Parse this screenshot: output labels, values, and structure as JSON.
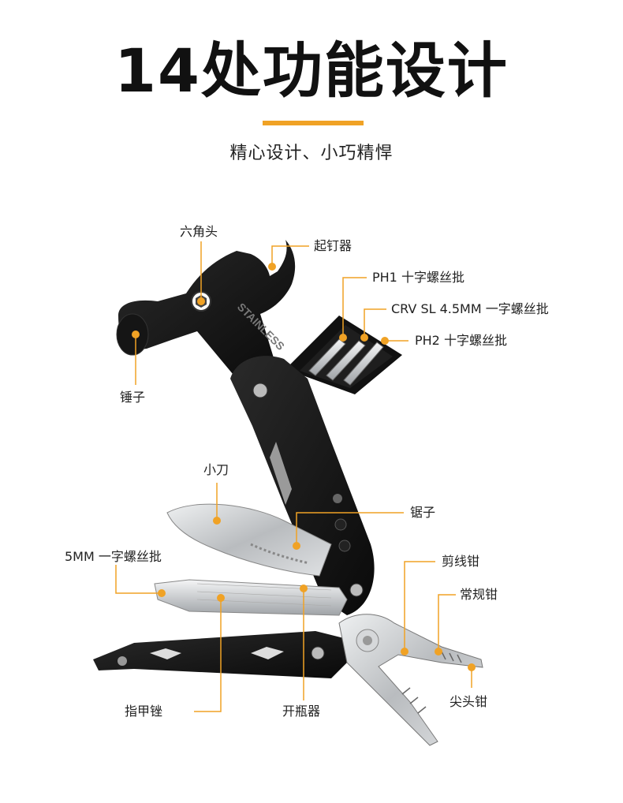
{
  "header": {
    "title": "14处功能设计",
    "subtitle": "精心设计、小巧精悍"
  },
  "product": {
    "brand_mark": "STAINLESS"
  },
  "callouts": [
    {
      "id": "hex-head",
      "text": "六角头"
    },
    {
      "id": "nail-puller",
      "text": "起钉器"
    },
    {
      "id": "ph1",
      "text": "PH1 十字螺丝批"
    },
    {
      "id": "crv-sl",
      "text": "CRV SL 4.5MM 一字螺丝批"
    },
    {
      "id": "ph2",
      "text": "PH2 十字螺丝批"
    },
    {
      "id": "hammer",
      "text": "锤子"
    },
    {
      "id": "knife",
      "text": "小刀"
    },
    {
      "id": "saw",
      "text": "锯子"
    },
    {
      "id": "flat-5mm",
      "text": "5MM 一字螺丝批"
    },
    {
      "id": "wire-cutter",
      "text": "剪线钳"
    },
    {
      "id": "regular-pliers",
      "text": "常规钳"
    },
    {
      "id": "nail-file",
      "text": "指甲锉"
    },
    {
      "id": "bottle-opener",
      "text": "开瓶器"
    },
    {
      "id": "needle-nose",
      "text": "尖头钳"
    }
  ],
  "colors": {
    "accent": "#f0a225",
    "tool_body": "#141414",
    "steel": "#c9cbcd"
  }
}
